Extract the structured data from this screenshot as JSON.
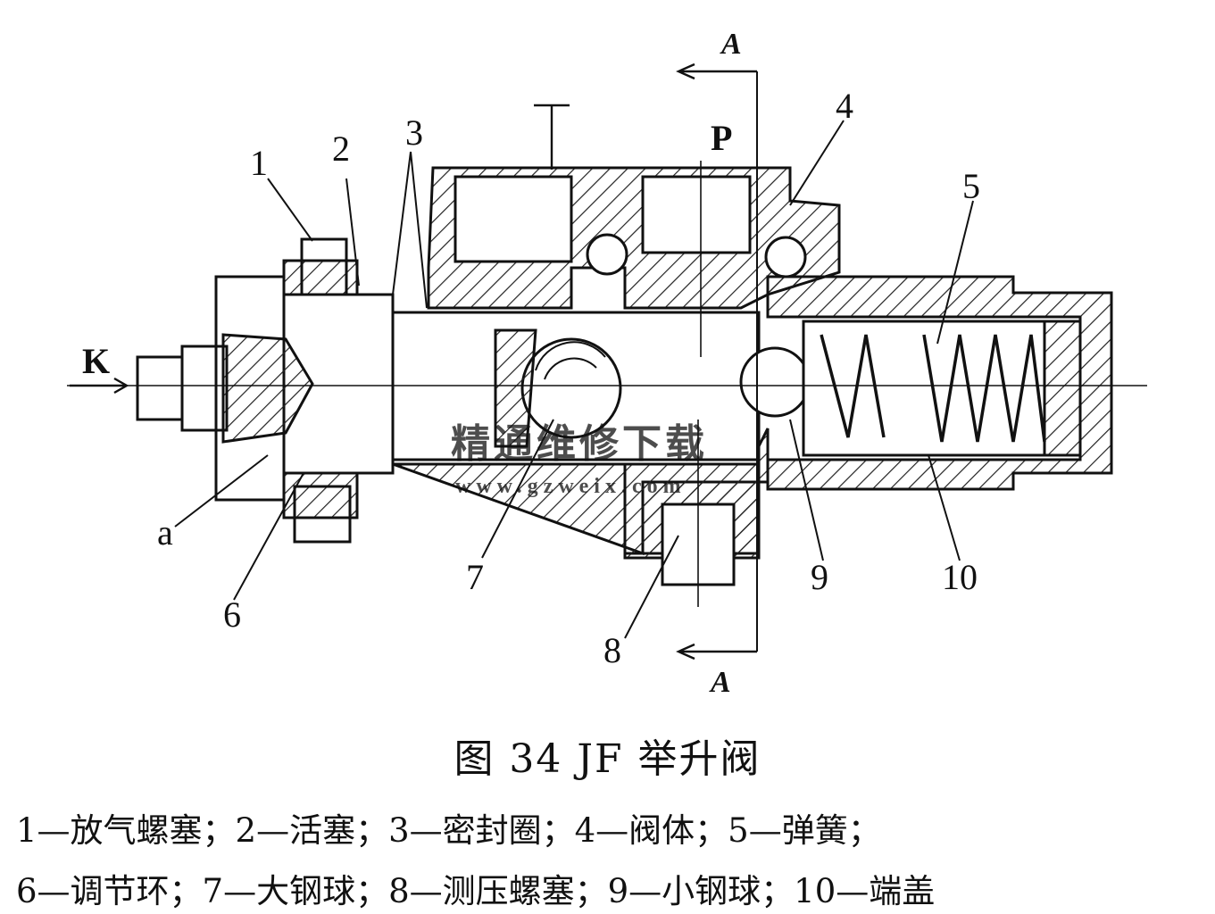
{
  "figure": {
    "title": "图 34   JF 举升阀",
    "legend_lines": [
      "1—放气螺塞；2—活塞；3—密封圈；4—阀体；5—弹簧；",
      "6—调节环；7—大钢球；8—测压螺塞；9—小钢球；10—端盖"
    ]
  },
  "callouts": {
    "n1": "1",
    "n2": "2",
    "n3": "3",
    "n4": "4",
    "n5": "5",
    "n6": "6",
    "n7": "7",
    "n8": "8",
    "n9": "9",
    "n10": "10",
    "a": "a",
    "K": "K",
    "P": "P",
    "section_top": "A",
    "section_bottom": "A"
  },
  "watermark": {
    "cn": "精通维修下载",
    "url": "www.gzweix.com",
    "color": "#e8a07a"
  },
  "colors": {
    "ink": "#111111",
    "hatch": "#222222",
    "background": "#ffffff"
  }
}
